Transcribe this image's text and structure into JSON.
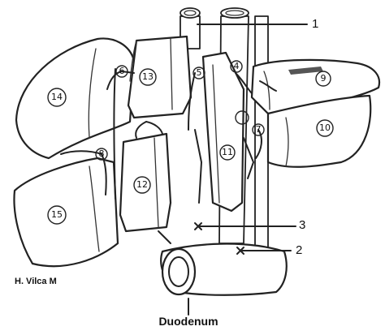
{
  "segments": [
    {
      "id": "s4",
      "label": "4"
    },
    {
      "id": "s5",
      "label": "5"
    },
    {
      "id": "s6",
      "label": "6"
    },
    {
      "id": "s7",
      "label": "7"
    },
    {
      "id": "s8",
      "label": "8"
    },
    {
      "id": "s9",
      "label": "9"
    },
    {
      "id": "s10",
      "label": "10"
    },
    {
      "id": "s11",
      "label": "11"
    },
    {
      "id": "s12",
      "label": "12"
    },
    {
      "id": "s13",
      "label": "13"
    },
    {
      "id": "s14",
      "label": "14"
    },
    {
      "id": "s15",
      "label": "15"
    }
  ],
  "callouts": [
    {
      "id": "c1",
      "label": "1"
    },
    {
      "id": "c2",
      "label": "2"
    },
    {
      "id": "c3",
      "label": "3"
    }
  ],
  "caption": "Duodenum",
  "credit": "H. Vilca M",
  "colors": {
    "ink": "#222222",
    "paper": "#ffffff"
  }
}
